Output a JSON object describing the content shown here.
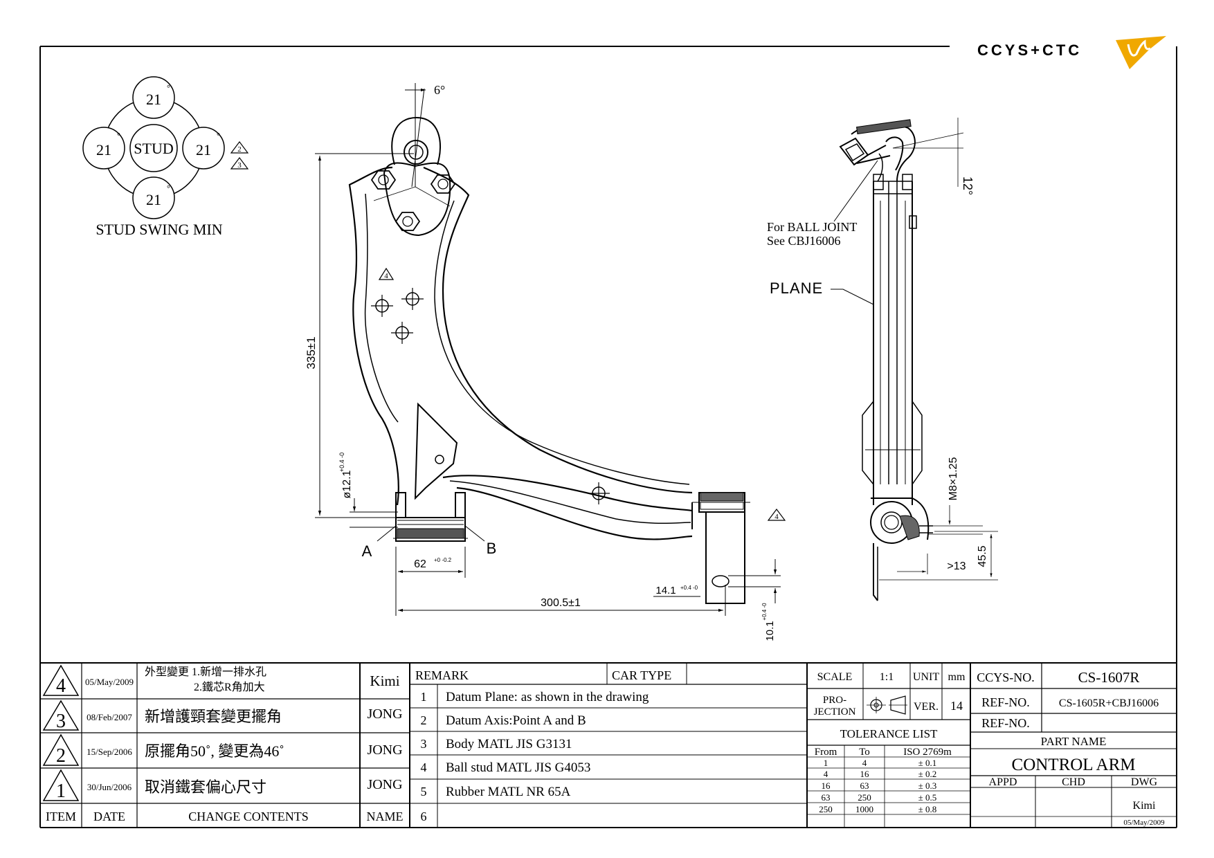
{
  "logo": {
    "text": "CCYS+CTC"
  },
  "stud_swing": {
    "title": "STUD SWING MIN",
    "center_label": "STUD",
    "angles": [
      "21",
      "21",
      "21",
      "21"
    ],
    "degree_mark": "°",
    "revision_marks": [
      "2",
      "3"
    ]
  },
  "front_view": {
    "angle_top": "6°",
    "height_dim": "335±1",
    "bushing_dia_dim": "ø12.1",
    "bushing_dia_tol": "+0.4 -0",
    "bushing_width_dim": "62",
    "bushing_width_tol": "+0 -0.2",
    "length_dim": "300.5±1",
    "slot_dim_1": "14.1",
    "slot_dim_1_tol": "+0.4 -0",
    "slot_dim_2": "10.1",
    "slot_dim_2_tol": "+0.4 -0",
    "point_a": "A",
    "point_b": "B",
    "revision_mark_body": "4",
    "revision_mark_bush": "4"
  },
  "side_view": {
    "angle": "12°",
    "ball_joint_note_1": "For BALL JOINT",
    "ball_joint_note_2": "See CBJ16006",
    "plane_label": "PLANE",
    "thread_dim": "M8×1.25",
    "dim_13": ">13",
    "dim_45": "45.5"
  },
  "revisions": {
    "headers": {
      "item": "ITEM",
      "date": "DATE",
      "contents": "CHANGE CONTENTS",
      "name": "NAME"
    },
    "rows": [
      {
        "item": "4",
        "date": "05/May/2009",
        "contents_1": "外型變更 1.新增一排水孔",
        "contents_2": "2.鐵芯R角加大",
        "name": "Kimi"
      },
      {
        "item": "3",
        "date": "08/Feb/2007",
        "contents": "新增護頸套變更擺角",
        "name": "JONG"
      },
      {
        "item": "2",
        "date": "15/Sep/2006",
        "contents": "原擺角50˚, 變更為46˚",
        "name": "JONG"
      },
      {
        "item": "1",
        "date": "30/Jun/2006",
        "contents": "取消鐵套偏心尺寸",
        "name": "JONG"
      }
    ]
  },
  "remarks": {
    "header": "REMARK",
    "car_type_label": "CAR TYPE",
    "car_type_value": "",
    "items": [
      {
        "no": "1",
        "text": "Datum Plane: as shown in the drawing"
      },
      {
        "no": "2",
        "text": "Datum Axis:Point A and B"
      },
      {
        "no": "3",
        "text": "Body MATL JIS G3131"
      },
      {
        "no": "4",
        "text": "Ball stud MATL JIS G4053"
      },
      {
        "no": "5",
        "text": "Rubber MATL NR 65A"
      },
      {
        "no": "6",
        "text": ""
      }
    ]
  },
  "title_block": {
    "scale_label": "SCALE",
    "scale_value": "1:1",
    "unit_label": "UNIT",
    "unit_value": "mm",
    "projection_label_1": "PRO-",
    "projection_label_2": "JECTION",
    "ver_label": "VER.",
    "ver_value": "14",
    "tolerance_title": "TOLERANCE LIST",
    "tolerance_headers": [
      "From",
      "To",
      "ISO 2769m"
    ],
    "tolerance_rows": [
      [
        "1",
        "4",
        "± 0.1"
      ],
      [
        "4",
        "16",
        "± 0.2"
      ],
      [
        "16",
        "63",
        "± 0.3"
      ],
      [
        "63",
        "250",
        "± 0.5"
      ],
      [
        "250",
        "1000",
        "± 0.8"
      ]
    ],
    "ccys_no_label": "CCYS-NO.",
    "ccys_no_value": "CS-1607R",
    "ref_no_label": "REF-NO.",
    "ref_no_value": "CS-1605R+CBJ16006",
    "ref_no_label_2": "REF-NO.",
    "ref_no_value_2": "",
    "part_name_label": "PART NAME",
    "part_name_value": "CONTROL ARM",
    "appd_label": "APPD",
    "chd_label": "CHD",
    "dwg_label": "DWG",
    "dwg_name": "Kimi",
    "dwg_date": "05/May/2009"
  }
}
